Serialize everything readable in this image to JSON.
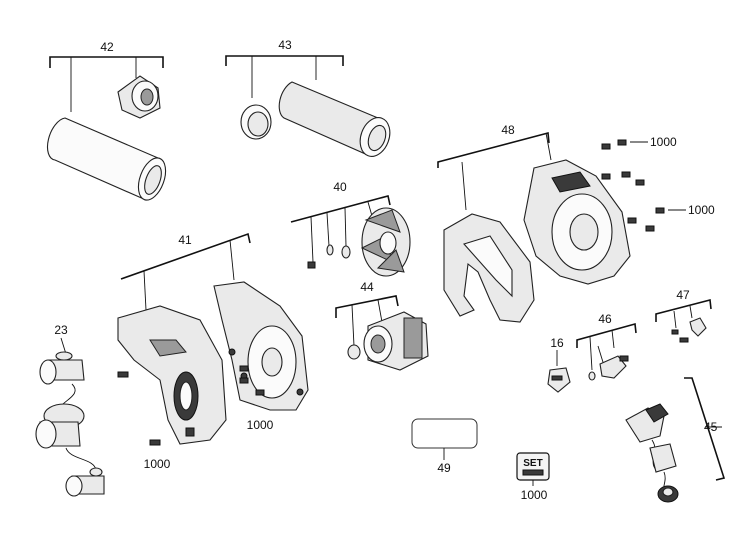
{
  "labels": {
    "p42": "42",
    "p43": "43",
    "p40": "40",
    "p41": "41",
    "p48": "48",
    "p44": "44",
    "p23": "23",
    "p16": "16",
    "p46": "46",
    "p47": "47",
    "p45": "45",
    "p49": "49",
    "screw_top1": "1000",
    "screw_top2": "1000",
    "screw_housing": "1000",
    "screw_cover": "1000",
    "set_number": "1000"
  },
  "set_badge": {
    "text": "SET"
  },
  "colors": {
    "ink": "#111111",
    "part_fill": "#eaeaea",
    "dark": "#3a3a3a"
  }
}
